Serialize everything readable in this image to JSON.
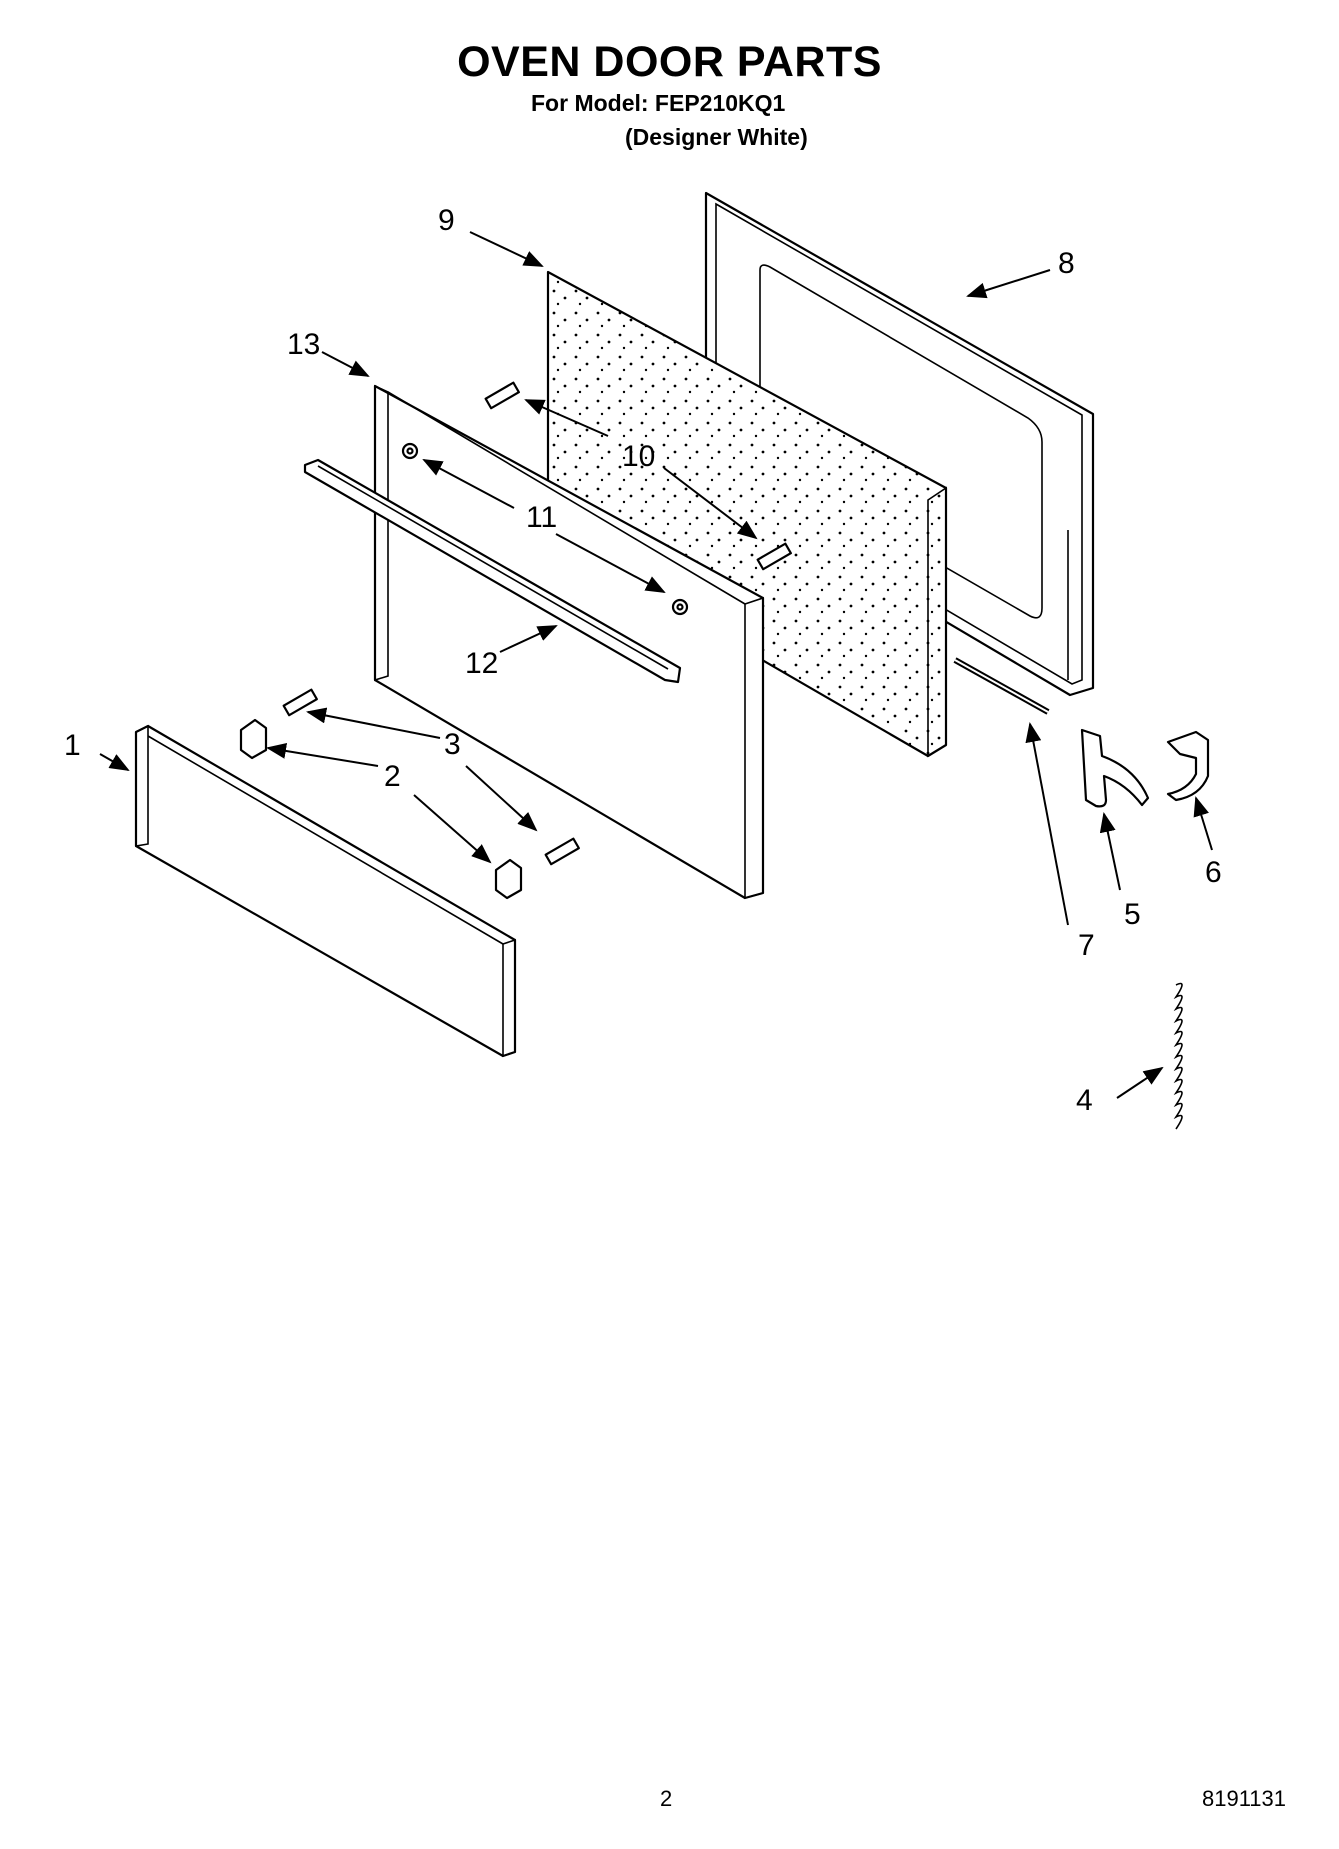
{
  "header": {
    "title": "OVEN DOOR PARTS",
    "model_line": "For Model: FEP210KQ1",
    "color_line": "(Designer White)"
  },
  "callouts": [
    {
      "id": "1",
      "label": "1"
    },
    {
      "id": "2",
      "label": "2"
    },
    {
      "id": "3",
      "label": "3"
    },
    {
      "id": "4",
      "label": "4"
    },
    {
      "id": "5",
      "label": "5"
    },
    {
      "id": "6",
      "label": "6"
    },
    {
      "id": "7",
      "label": "7"
    },
    {
      "id": "8",
      "label": "8"
    },
    {
      "id": "9",
      "label": "9"
    },
    {
      "id": "10",
      "label": "10"
    },
    {
      "id": "11",
      "label": "11"
    },
    {
      "id": "12",
      "label": "12"
    },
    {
      "id": "13",
      "label": "13"
    }
  ],
  "footer": {
    "page_number": "2",
    "doc_number": "8191131"
  }
}
